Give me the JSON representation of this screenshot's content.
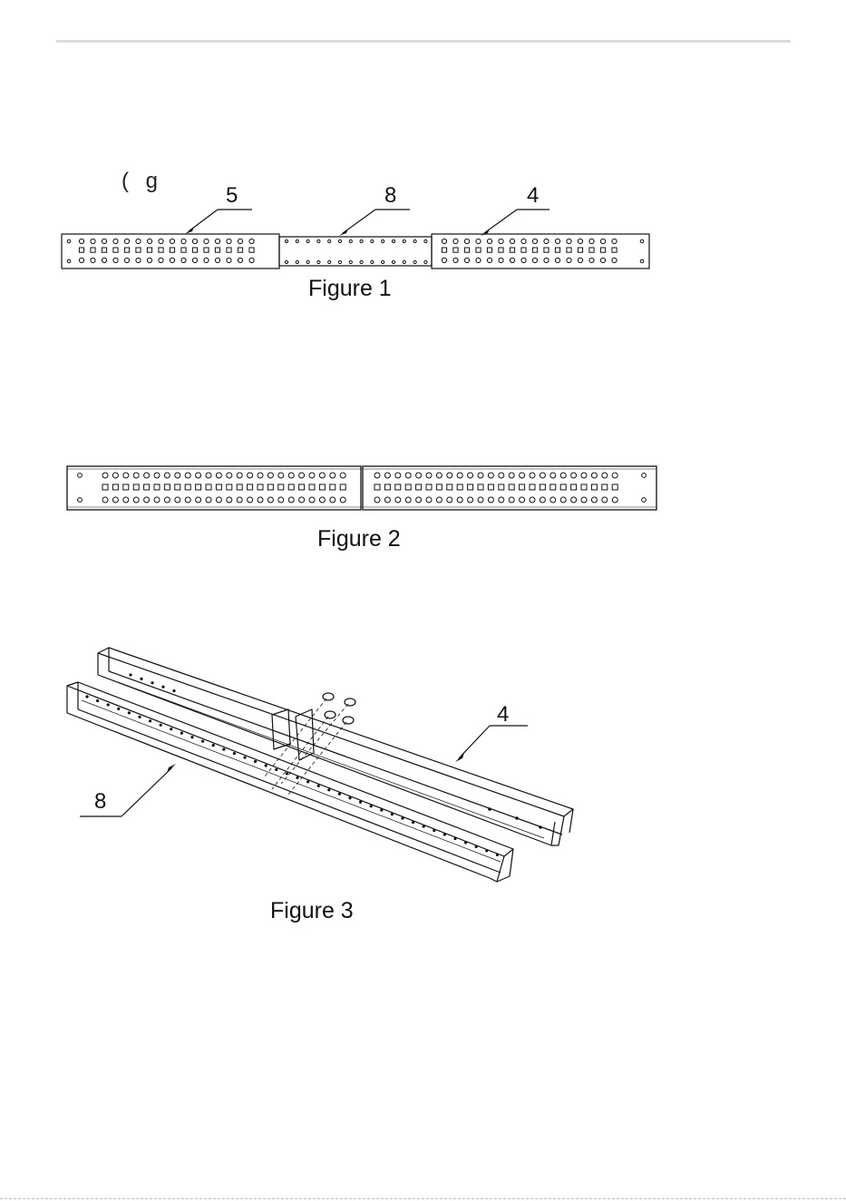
{
  "fragment_text": "( g",
  "figure1": {
    "caption": "Figure 1",
    "callouts": [
      "5",
      "8",
      "4"
    ]
  },
  "figure2": {
    "caption": "Figure 2"
  },
  "figure3": {
    "caption": "Figure 3",
    "callouts": [
      "4",
      "8"
    ]
  }
}
